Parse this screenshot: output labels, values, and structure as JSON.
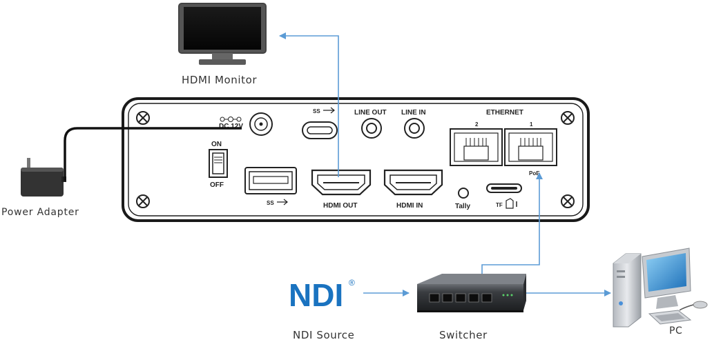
{
  "labels": {
    "hdmi_monitor": "HDMI Monitor",
    "power_adapter": "Power Adapter",
    "ndi_source": "NDI Source",
    "switcher": "Switcher",
    "pc": "PC"
  },
  "ndi_logo": {
    "text": "NDI",
    "mark": "®"
  },
  "panel": {
    "dc": "DC 12V",
    "on": "ON",
    "off": "OFF",
    "usb_c": "SS",
    "line_out": "LINE OUT",
    "line_in": "LINE IN",
    "ethernet": "ETHERNET",
    "eth_port_2": "2",
    "eth_port_1": "1",
    "poe": "PoE",
    "usb_a": "SS",
    "hdmi_out": "HDMI OUT",
    "hdmi_in": "HDMI IN",
    "tally": "Tally",
    "tf": "TF"
  },
  "colors": {
    "connector_line": "#5b9bd5",
    "ndi_blue": "#1a73c0",
    "panel_border": "#1a1a1a"
  }
}
